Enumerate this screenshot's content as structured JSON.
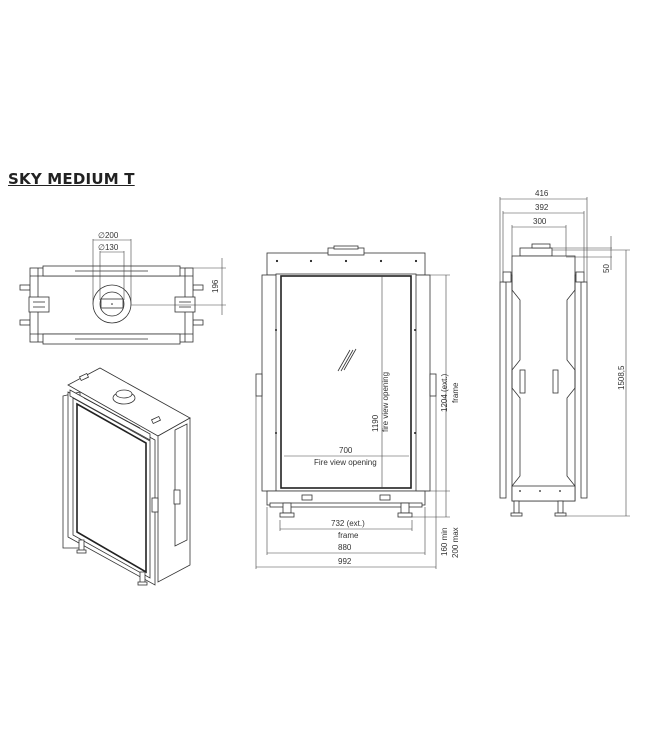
{
  "title": "SKY MEDIUM T",
  "views": {
    "top_view": {
      "flue_outer": "200",
      "flue_inner": "130",
      "flue_outer_symbol": "∅",
      "depth_to_flue": "196"
    },
    "front_view": {
      "fire_view_height": "1190",
      "fire_view_height_label": "fire view opening",
      "fire_view_width": "700",
      "fire_view_width_label": "Fire view opening",
      "frame_height": "1204 (ext.)",
      "frame_height_label": "frame",
      "frame_width": "732 (ext.)",
      "frame_width_label": "frame",
      "body_width": "880",
      "overall_width": "992",
      "leg_min": "160 min",
      "leg_max": "200 max"
    },
    "side_view": {
      "overall_depth": "416",
      "frame_depth": "392",
      "body_depth": "300",
      "flue_height": "50",
      "overall_height": "1508,5"
    },
    "isometric_view": {
      "label": ""
    }
  }
}
